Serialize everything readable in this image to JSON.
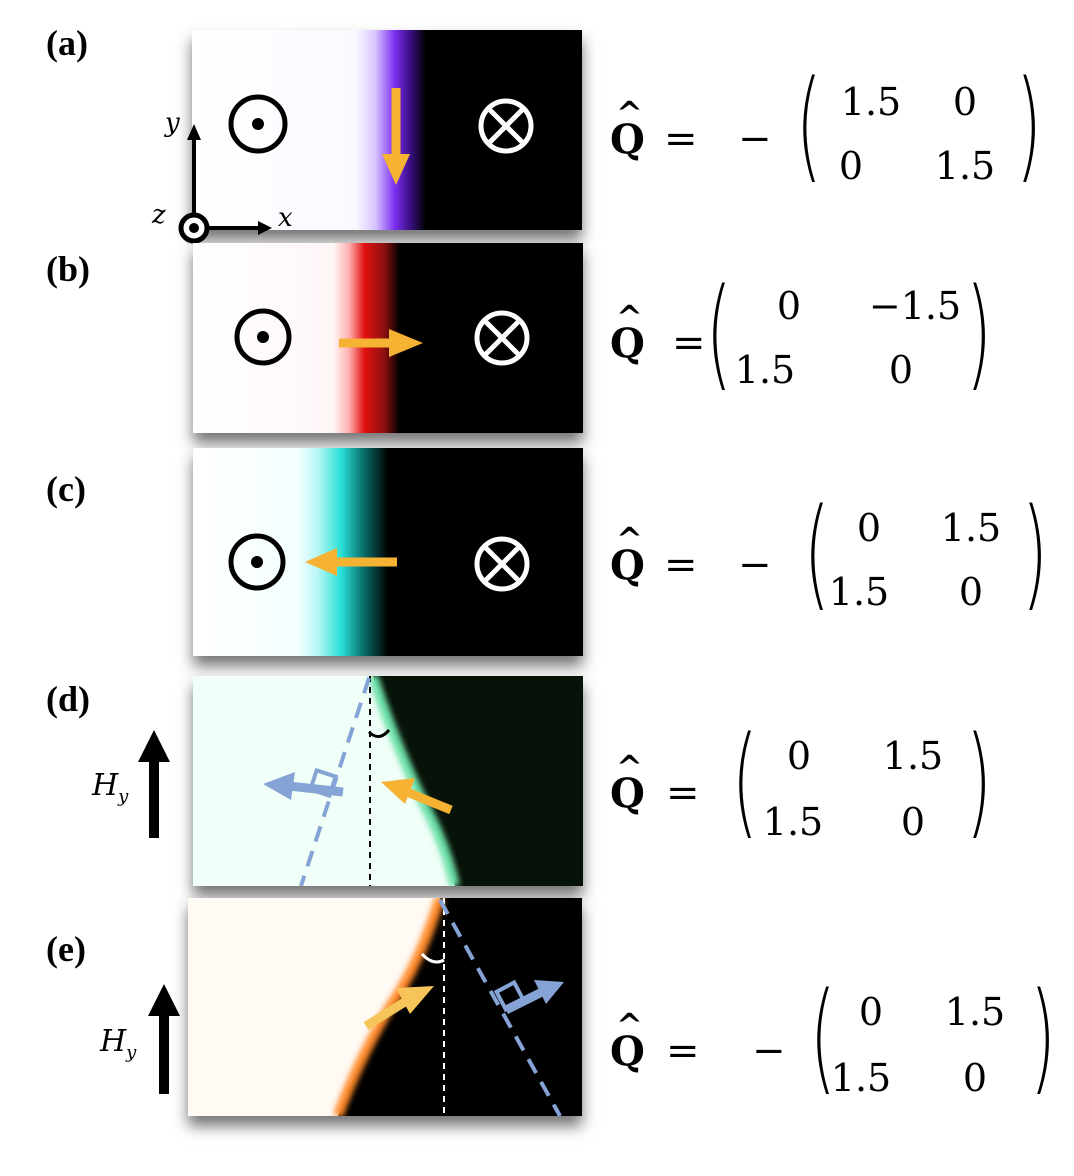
{
  "panels": [
    {
      "label": "(a)",
      "matrix_sign": "−",
      "matrix": [
        [
          "1.5",
          "0"
        ],
        [
          "0",
          "1.5"
        ]
      ]
    },
    {
      "label": "(b)",
      "matrix_sign": "",
      "matrix": [
        [
          "0",
          "−1.5"
        ],
        [
          "1.5",
          "0"
        ]
      ]
    },
    {
      "label": "(c)",
      "matrix_sign": "−",
      "matrix": [
        [
          "0",
          "1.5"
        ],
        [
          "1.5",
          "0"
        ]
      ]
    },
    {
      "label": "(d)",
      "matrix_sign": "",
      "matrix": [
        [
          "0",
          "1.5"
        ],
        [
          "1.5",
          "0"
        ]
      ]
    },
    {
      "label": "(e)",
      "matrix_sign": "−",
      "matrix": [
        [
          "0",
          "1.5"
        ],
        [
          "1.5",
          "0"
        ]
      ]
    }
  ],
  "q_symbol": "Q",
  "equals": "=",
  "axes": {
    "x": "x",
    "y": "y",
    "z": "z"
  },
  "field_label": {
    "base": "H",
    "sub": "y"
  },
  "colors": {
    "arrow_orange": "#f5b233",
    "arrow_blue": "#86a3d6",
    "wall_a": "#7b2ff0",
    "wall_b": "#e01010",
    "wall_c": "#28e0d8",
    "wall_d": "#6de0a8",
    "wall_e": "#ff8a2a"
  }
}
